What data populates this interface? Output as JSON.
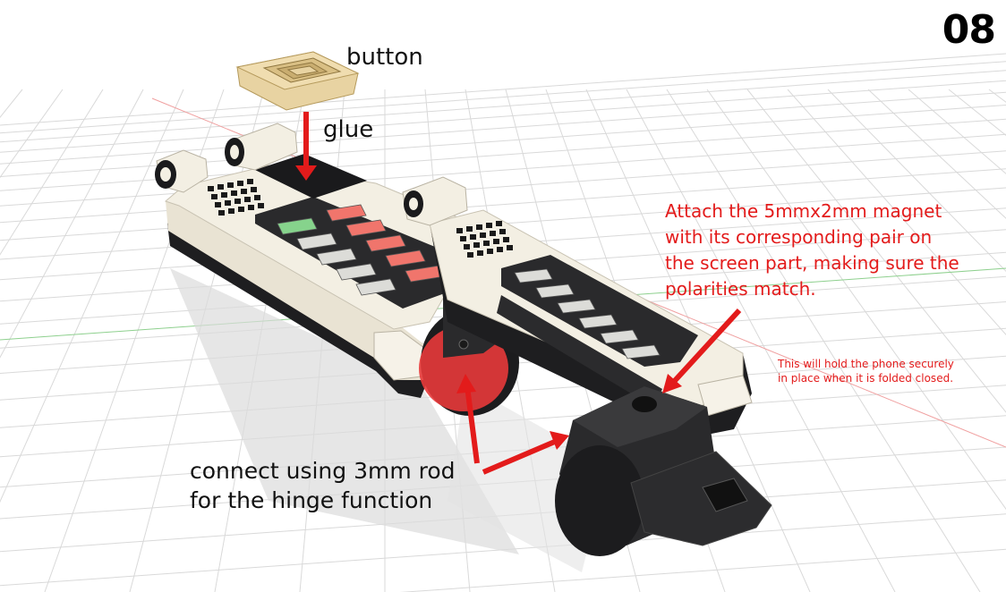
{
  "step_number": "08",
  "labels": {
    "button": "button",
    "glue": "glue",
    "magnet_instruction": [
      "Attach the 5mmx2mm magnet",
      "with its corresponding pair on",
      "the screen part, making sure the",
      "polarities match."
    ],
    "hold_note": [
      "This will hold the phone securely",
      "in place when it is folded closed."
    ],
    "hinge_instruction": [
      "connect using 3mm rod",
      "for the hinge function"
    ]
  },
  "colors": {
    "annotation_red": "#e31b1b",
    "body_cream": "#f1ecde",
    "body_dark": "#1e1e20",
    "key_green": "#86d38c",
    "key_red": "#f0756c",
    "key_grey": "#dcdcd8",
    "button_gold": "#e8d3a2",
    "highlight_red": "#e83a3a",
    "grid_line": "#d7d7d7"
  }
}
